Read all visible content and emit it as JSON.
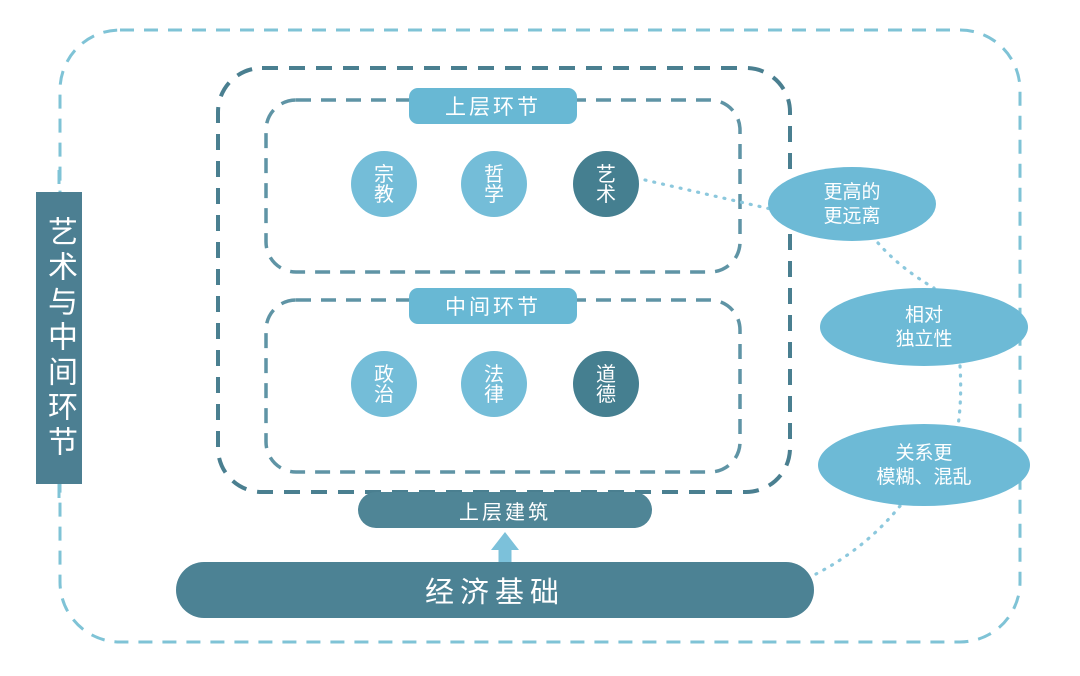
{
  "side_title": {
    "label": "艺术与中间环节"
  },
  "sections": [
    {
      "id": "upper",
      "header": "上层环节",
      "nodes": [
        {
          "label": "宗教",
          "tone": "light"
        },
        {
          "label": "哲学",
          "tone": "light"
        },
        {
          "label": "艺术",
          "tone": "dark"
        }
      ]
    },
    {
      "id": "middle",
      "header": "中间环节",
      "nodes": [
        {
          "label": "政治",
          "tone": "light"
        },
        {
          "label": "法律",
          "tone": "light"
        },
        {
          "label": "道德",
          "tone": "dark"
        }
      ]
    }
  ],
  "bars": {
    "superstructure": "上层建筑",
    "economic_base": "经济基础"
  },
  "annotations": [
    {
      "id": "higher-farther",
      "line1": "更高的",
      "line2": "更远离"
    },
    {
      "id": "relative-independence",
      "line1": "相对",
      "line2": "独立性"
    },
    {
      "id": "vaguer-relations",
      "line1": "关系更",
      "line2": "模糊、混乱"
    }
  ],
  "colors": {
    "outer_dash": "#7fc3d6",
    "mid_dash": "#4a7f90",
    "inner_dash": "#5f94a5",
    "circle_light": "#74bdd8",
    "circle_dark": "#457f90",
    "pill": "#68b8d4",
    "bar_dark": "#4c8294",
    "side_bar": "#4c7f92",
    "arrow": "#7cc1da",
    "dotted_link": "#7cc1da"
  },
  "arrow": {
    "name": "up-arrow",
    "from": "经济基础",
    "to": "上层建筑"
  }
}
